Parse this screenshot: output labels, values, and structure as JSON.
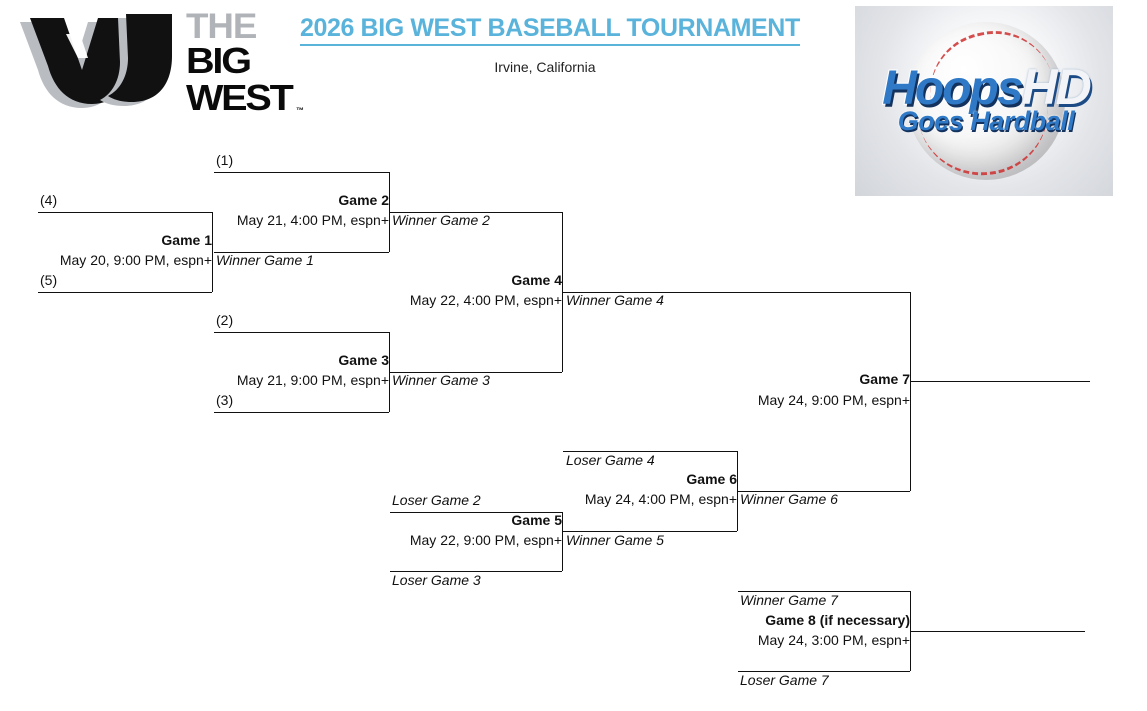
{
  "header": {
    "title": "2026 BIG WEST BASEBALL TOURNAMENT",
    "location": "Irvine, California",
    "title_color": "#59b3db",
    "bigwest_logo": {
      "line1": "THE",
      "line2": "BIG",
      "line3": "WEST",
      "trademark": "™"
    },
    "hoopshd_logo": {
      "word1": "Hoops",
      "word2": "HD",
      "tagline": "Goes Hardball"
    }
  },
  "bracket": {
    "seeds": [
      {
        "id": "seed-1",
        "label": "(1)"
      },
      {
        "id": "seed-2",
        "label": "(2)"
      },
      {
        "id": "seed-3",
        "label": "(3)"
      },
      {
        "id": "seed-4",
        "label": "(4)"
      },
      {
        "id": "seed-5",
        "label": "(5)"
      }
    ],
    "games": [
      {
        "id": "game-1",
        "name": "Game 1",
        "info": "May 20, 9:00 PM, espn+",
        "date": "May 20",
        "time": "9:00 PM",
        "network": "espn+",
        "top_entrant": "(4)",
        "bottom_entrant": "(5)",
        "winner_label": "Winner Game 1"
      },
      {
        "id": "game-2",
        "name": "Game 2",
        "info": "May 21, 4:00 PM, espn+",
        "date": "May 21",
        "time": "4:00 PM",
        "network": "espn+",
        "top_entrant": "(1)",
        "bottom_entrant": "Winner Game 1",
        "winner_label": "Winner Game 2"
      },
      {
        "id": "game-3",
        "name": "Game 3",
        "info": "May 21, 9:00 PM, espn+",
        "date": "May 21",
        "time": "9:00 PM",
        "network": "espn+",
        "top_entrant": "(2)",
        "bottom_entrant": "(3)",
        "winner_label": "Winner Game 3"
      },
      {
        "id": "game-4",
        "name": "Game 4",
        "info": "May 22, 4:00 PM, espn+",
        "date": "May 22",
        "time": "4:00 PM",
        "network": "espn+",
        "top_entrant": "Winner Game 2",
        "bottom_entrant": "Winner Game 3",
        "winner_label": "Winner Game 4"
      },
      {
        "id": "game-5",
        "name": "Game 5",
        "info": "May 22, 9:00 PM, espn+",
        "date": "May 22",
        "time": "9:00 PM",
        "network": "espn+",
        "top_entrant": "Loser Game 2",
        "bottom_entrant": "Loser Game 3",
        "winner_label": "Winner Game 5"
      },
      {
        "id": "game-6",
        "name": "Game 6",
        "info": "May 24, 4:00 PM, espn+",
        "date": "May 24",
        "time": "4:00 PM",
        "network": "espn+",
        "top_entrant": "Loser Game 4",
        "bottom_entrant": "Winner Game 5",
        "winner_label": "Winner Game 6"
      },
      {
        "id": "game-7",
        "name": "Game 7",
        "info": "May 24, 9:00 PM, espn+",
        "date": "May 24",
        "time": "9:00 PM",
        "network": "espn+",
        "top_entrant": "Winner Game 4",
        "bottom_entrant": "Winner Game 6",
        "winner_label": ""
      },
      {
        "id": "game-8",
        "name": "Game 8 (if necessary)",
        "info": "May 24, 3:00 PM, espn+",
        "date": "May 24",
        "time": "3:00 PM",
        "network": "espn+",
        "top_entrant": "Winner Game 7",
        "bottom_entrant": "Loser Game 7",
        "winner_label": ""
      }
    ]
  }
}
